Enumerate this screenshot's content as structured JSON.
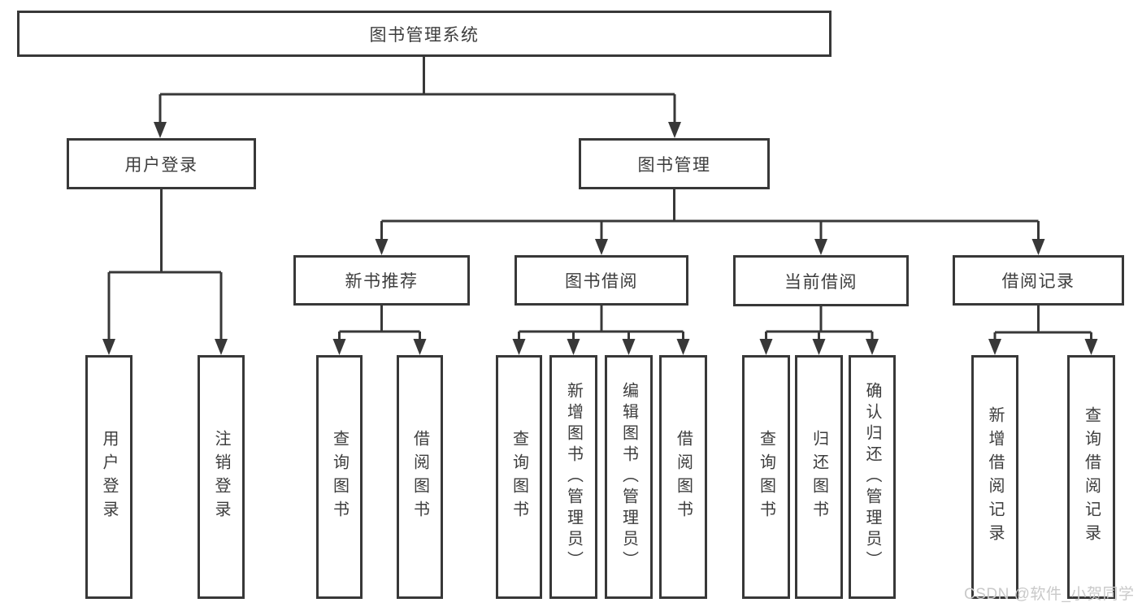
{
  "diagram_title": "图书管理系统",
  "tree": {
    "label": "图书管理系统",
    "children": [
      {
        "label": "用户登录",
        "children": [
          {
            "label": "用户登录"
          },
          {
            "label": "注销登录"
          }
        ]
      },
      {
        "label": "图书管理",
        "children": [
          {
            "label": "新书推荐",
            "children": [
              {
                "label": "查询图书"
              },
              {
                "label": "借阅图书"
              }
            ]
          },
          {
            "label": "图书借阅",
            "children": [
              {
                "label": "查询图书"
              },
              {
                "label": "新增图书（管理员）"
              },
              {
                "label": "编辑图书（管理员）"
              },
              {
                "label": "借阅图书"
              }
            ]
          },
          {
            "label": "当前借阅",
            "children": [
              {
                "label": "查询图书"
              },
              {
                "label": "归还图书"
              },
              {
                "label": "确认归还（管理员）"
              }
            ]
          },
          {
            "label": "借阅记录",
            "children": [
              {
                "label": "新增借阅记录"
              },
              {
                "label": "查询借阅记录"
              }
            ]
          }
        ]
      }
    ]
  },
  "watermark": {
    "text": "CSDN @软件_小贺同学"
  },
  "colors": {
    "line": "#383838",
    "border": "#383838",
    "text": "#3d3d3d",
    "watermark": "#c9c9c9",
    "background": "#ffffff"
  }
}
